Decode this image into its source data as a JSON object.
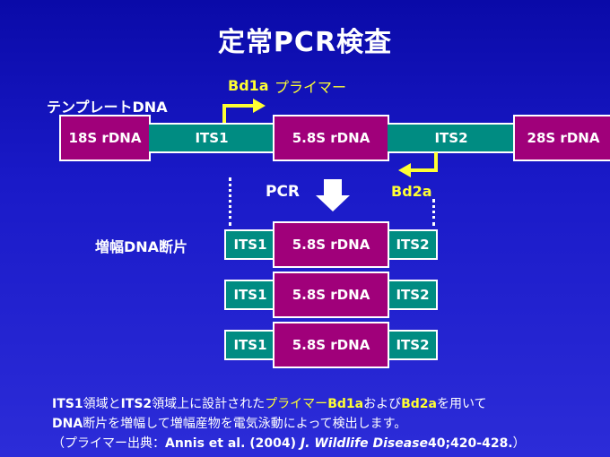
{
  "title": "定常PCR検査",
  "labels": {
    "template": "テンプレートDNA",
    "primer_bd1a": "Bd1a",
    "primer_word": "プライマー",
    "bd2a": "Bd2a",
    "pcr": "PCR",
    "amplified": "増幅DNA断片"
  },
  "template_row": {
    "s18": "18S rDNA",
    "its1": "ITS1",
    "s58": "5.8S rDNA",
    "its2": "ITS2",
    "s28": "28S rDNA"
  },
  "fragments": [
    {
      "its1": "ITS1",
      "s58": "5.8S rDNA",
      "its2": "ITS2"
    },
    {
      "its1": "ITS1",
      "s58": "5.8S rDNA",
      "its2": "ITS2"
    },
    {
      "its1": "ITS1",
      "s58": "5.8S rDNA",
      "its2": "ITS2"
    }
  ],
  "footer": {
    "l1_a": "ITS1",
    "l1_b": "領域と",
    "l1_c": "ITS2",
    "l1_d": "領域上に設計された",
    "l1_e": "プライマー",
    "l1_f": "Bd1a",
    "l1_g": "および",
    "l1_h": "Bd2a",
    "l1_i": "を用いて",
    "l2_a": "DNA",
    "l2_b": "断片を増幅して増幅産物を電気泳動によって検出します。",
    "l3_a": "（プライマー出典：",
    "l3_b": "Annis et al. (2004) ",
    "l3_c": "J. Wildlife Disease",
    "l3_d": "40;420-428.",
    "l3_e": "）"
  },
  "colors": {
    "background": "#1a1ac8",
    "magenta": "#a0007a",
    "teal": "#008c82",
    "yellow": "#ffff33"
  }
}
